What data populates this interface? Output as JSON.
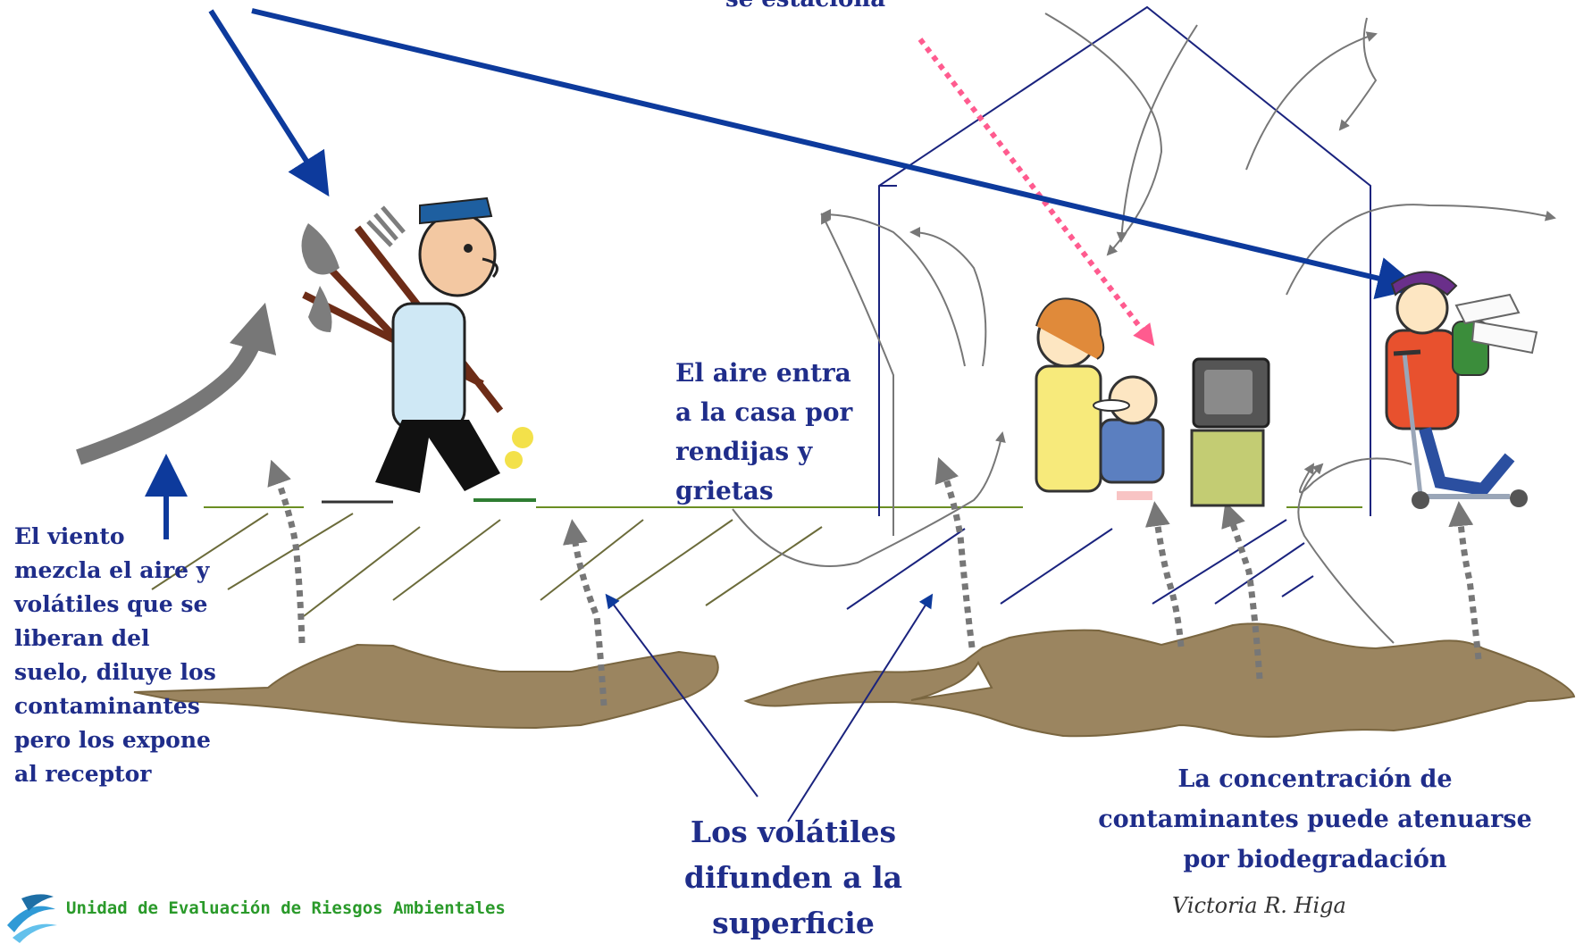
{
  "labels": {
    "top_partial": "se estaciona",
    "wind": [
      "El viento",
      "mezcla el aire y",
      "volátiles que se",
      "liberan del",
      "suelo, diluye los",
      "contaminantes",
      "pero los expone",
      "al receptor"
    ],
    "air_entry": [
      "El aire entra",
      "a la casa por",
      "rendijas y",
      "grietas"
    ],
    "diffusion": [
      "Los volátiles",
      "difunden a la",
      "superficie"
    ],
    "attenuation": [
      "La concentración de",
      "contaminantes puede atenuarse",
      "por biodegradación"
    ]
  },
  "footer": {
    "unit": "Unidad de Evaluación de Riesgos Ambientales",
    "author": "Victoria R. Higa"
  },
  "figures": [
    "worker-with-tools",
    "children-with-tv",
    "child-on-scooter"
  ],
  "colors": {
    "text": "#1f2d8a",
    "arrow_blue": "#0d3a9c",
    "arrow_gray": "#777777",
    "pink_dotted": "#ff5b8f",
    "soil": "#9b8560",
    "ground_line": "#6b8e23",
    "house_line": "#1a237e",
    "footer_text": "#2a9a2a"
  }
}
